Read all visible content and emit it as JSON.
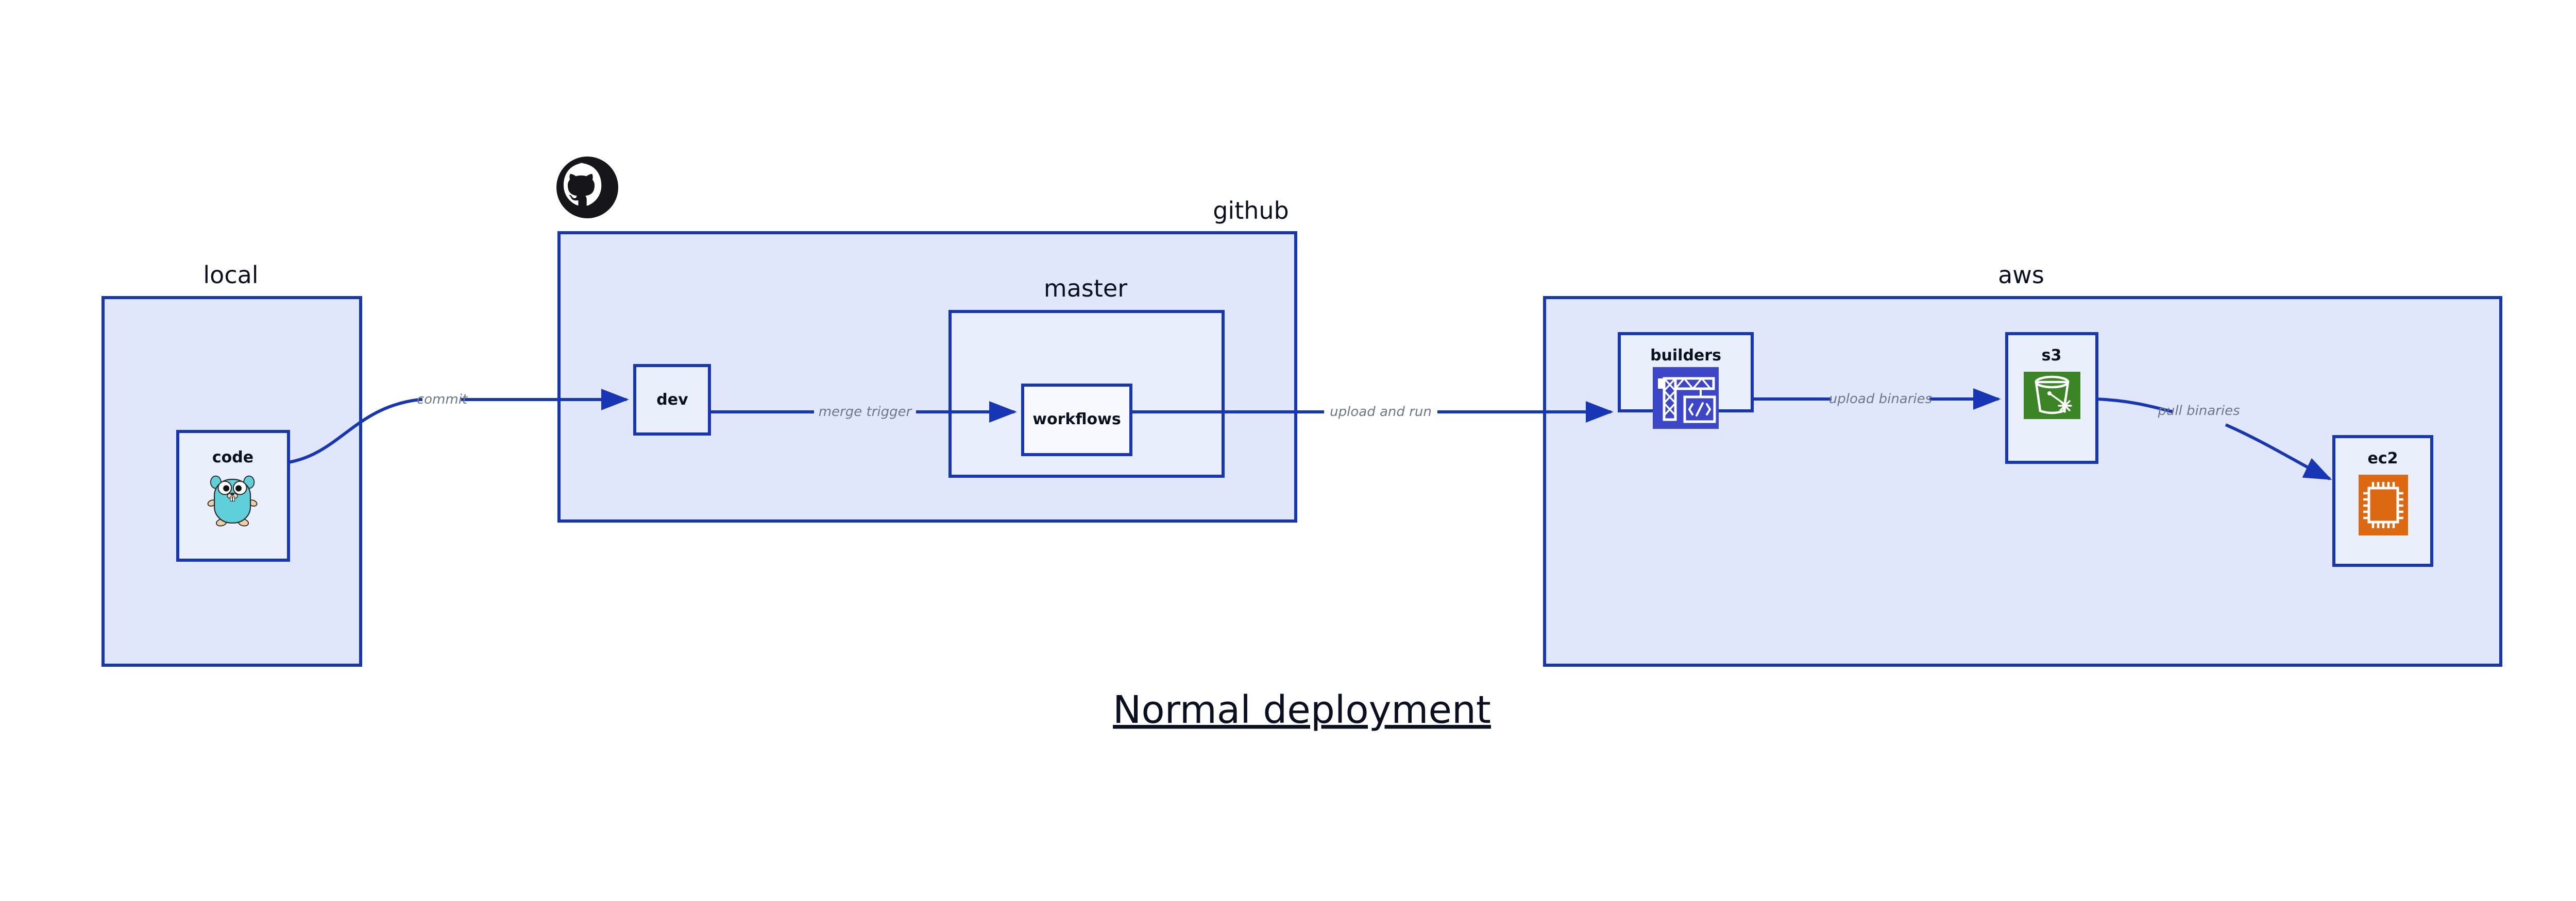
{
  "diagram": {
    "title": "Normal deployment",
    "groups": [
      {
        "id": "local",
        "label": "local"
      },
      {
        "id": "github",
        "label": "github"
      },
      {
        "id": "aws",
        "label": "aws"
      }
    ],
    "subgroups": [
      {
        "id": "master",
        "label": "master",
        "parent": "github"
      }
    ],
    "nodes": [
      {
        "id": "code",
        "label": "code",
        "group": "local",
        "icon": "go-gopher-icon"
      },
      {
        "id": "dev",
        "label": "dev",
        "group": "github",
        "icon": null
      },
      {
        "id": "workflows",
        "label": "workflows",
        "group": "master",
        "icon": null
      },
      {
        "id": "builders",
        "label": "builders",
        "group": "aws",
        "icon": "aws-builders-crane-icon"
      },
      {
        "id": "s3",
        "label": "s3",
        "group": "aws",
        "icon": "aws-s3-bucket-icon"
      },
      {
        "id": "ec2",
        "label": "ec2",
        "group": "aws",
        "icon": "aws-ec2-chip-icon"
      }
    ],
    "edges": [
      {
        "id": "code-dev",
        "from": "code",
        "to": "dev",
        "label": "commit"
      },
      {
        "id": "dev-workflows",
        "from": "dev",
        "to": "workflows",
        "label": "merge trigger"
      },
      {
        "id": "workflows-builders",
        "from": "workflows",
        "to": "builders",
        "label": "upload and run"
      },
      {
        "id": "builders-s3",
        "from": "builders",
        "to": "s3",
        "label": "upload binaries"
      },
      {
        "id": "s3-ec2",
        "from": "s3",
        "to": "ec2",
        "label": "pull binaries"
      }
    ],
    "badges": [
      {
        "id": "github-octocat",
        "icon": "github-octocat-icon",
        "for": "github"
      }
    ],
    "colors": {
      "background": "#ffffff",
      "container_fill": "#e0e7fb",
      "subgroup_fill": "#e9eefc",
      "node_fill": "#eaeffc",
      "node_fill_white": "#f7f9fe",
      "border": "#1636b5",
      "edge": "#1636b5",
      "edge_label": "#6e7787",
      "text": "#0b1020",
      "octocat": "#16161a",
      "gopher_body": "#5fd0da",
      "gopher_foot": "#efd0a3",
      "builders_icon_bg": "#3c46c8",
      "s3_icon_bg": "#3c8527",
      "ec2_icon_bg": "#dd6812"
    }
  }
}
